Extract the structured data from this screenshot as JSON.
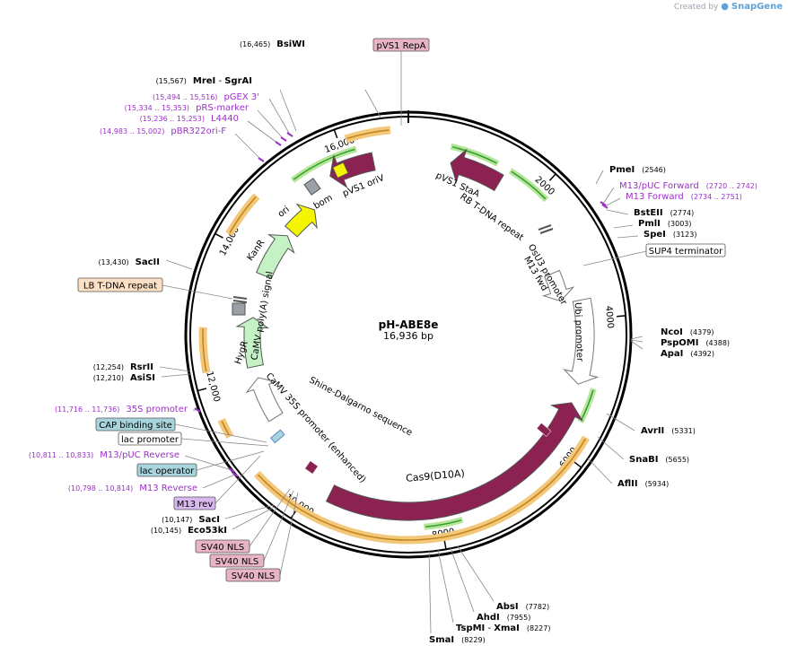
{
  "credit": {
    "prefix": "Created by",
    "brand": "SnapGene"
  },
  "plasmid": {
    "name": "pH-ABE8e",
    "length_label": "16,936 bp",
    "length_bp": 16936
  },
  "ticks": [
    {
      "bp": 2000,
      "label": "2000"
    },
    {
      "bp": 4000,
      "label": "4000"
    },
    {
      "bp": 6000,
      "label": "6000"
    },
    {
      "bp": 8000,
      "label": "8000"
    },
    {
      "bp": 10000,
      "label": "10,000"
    },
    {
      "bp": 12000,
      "label": "12,000"
    },
    {
      "bp": 14000,
      "label": "14,000"
    },
    {
      "bp": 16000,
      "label": "16,000"
    }
  ],
  "features": [
    {
      "name": "Cas9(D10A)",
      "start": 5300,
      "end": 9700,
      "strand": -1,
      "color": "#8b2252",
      "ring": "inner"
    },
    {
      "name": "pVS1 oriV",
      "start": 15700,
      "end": 16400,
      "strand": -1,
      "color": "#8b2252",
      "ring": "inner"
    },
    {
      "name": "pVS1 StaA",
      "start": 650,
      "end": 1450,
      "strand": -1,
      "color": "#8b2252",
      "ring": "inner"
    },
    {
      "name": "ori",
      "start": 14650,
      "end": 15200,
      "strand": 1,
      "color": "#f5f500",
      "ring": "inner2"
    },
    {
      "name": "KanR",
      "start": 13750,
      "end": 14550,
      "strand": 1,
      "color": "#c5f2c5",
      "ring": "inner2"
    },
    {
      "name": "HygR",
      "start": 12150,
      "end": 13000,
      "strand": 1,
      "color": "#c5f2c5",
      "ring": "inner2"
    },
    {
      "name": "Ubi promoter",
      "start": 3700,
      "end": 5000,
      "strand": 1,
      "color": "#ffffff",
      "ring": "inner"
    },
    {
      "name": "OsU3 promoter",
      "start": 3150,
      "end": 3650,
      "strand": 1,
      "color": "#ffffff",
      "ring": "inner2"
    },
    {
      "name": "CaMV 35S promoter (enhanced)",
      "start": 11200,
      "end": 11950,
      "strand": 1,
      "color": "#ffffff",
      "ring": "inner2"
    }
  ],
  "inner_labels": {
    "pvs1_oriv": "pVS1 oriV",
    "bom": "bom",
    "pvs1_staa": "pVS1 StaA",
    "rb_tdna": "RB T-DNA repeat",
    "osu3": "OsU3 promoter",
    "m13fwd": "M13 fwd",
    "ubi": "Ubi promoter",
    "cas9": "Cas9(D10A)",
    "shine": "Shine-Dalgarno sequence",
    "camv35s": "CaMV 35S promoter (enhanced)",
    "hygr": "HygR",
    "camvpolya": "CaMV poly(A) signal",
    "kanr": "KanR",
    "ori": "ori"
  },
  "callouts": [
    {
      "id": "bsiwi",
      "pos": "(16,465)",
      "name": "BsiWI",
      "kind": "site"
    },
    {
      "id": "mrei",
      "pos": "(15,567)",
      "name": "MreI",
      "name2": "SgrAI",
      "kind": "site"
    },
    {
      "id": "pgex3",
      "pos": "(15,494 .. 15,516)",
      "name": "pGEX 3'",
      "kind": "primer"
    },
    {
      "id": "prs",
      "pos": "(15,334 .. 15,353)",
      "name": "pRS-marker",
      "kind": "primer"
    },
    {
      "id": "l4440",
      "pos": "(15,236 .. 15,253)",
      "name": "L4440",
      "kind": "primer"
    },
    {
      "id": "pbr322",
      "pos": "(14,983 .. 15,002)",
      "name": "pBR322ori-F",
      "kind": "primer"
    },
    {
      "id": "pvs1repa",
      "name": "pVS1 RepA",
      "kind": "box",
      "fill": "#e8b4c4"
    },
    {
      "id": "pmei",
      "pos": "(2546)",
      "name": "PmeI",
      "kind": "site-right"
    },
    {
      "id": "m13puc_fwd",
      "pos": "(2720 .. 2742)",
      "name": "M13/pUC Forward",
      "kind": "primer-right"
    },
    {
      "id": "m13_fwd",
      "pos": "(2734 .. 2751)",
      "name": "M13 Forward",
      "kind": "primer-right"
    },
    {
      "id": "bsteii",
      "pos": "(2774)",
      "name": "BstEII",
      "kind": "site-right"
    },
    {
      "id": "pmli",
      "pos": "(3003)",
      "name": "PmlI",
      "kind": "site-right"
    },
    {
      "id": "spei",
      "pos": "(3123)",
      "name": "SpeI",
      "kind": "site-right"
    },
    {
      "id": "sup4",
      "name": "SUP4 terminator",
      "kind": "box",
      "fill": "#ffffff"
    },
    {
      "id": "ncoi",
      "pos": "(4379)",
      "name": "NcoI",
      "kind": "site-right"
    },
    {
      "id": "pspomi",
      "pos": "(4388)",
      "name": "PspOMI",
      "kind": "site-right"
    },
    {
      "id": "apai",
      "pos": "(4392)",
      "name": "ApaI",
      "kind": "site-right"
    },
    {
      "id": "avrii",
      "pos": "(5331)",
      "name": "AvrII",
      "kind": "site-right"
    },
    {
      "id": "snabi",
      "pos": "(5655)",
      "name": "SnaBI",
      "kind": "site-right"
    },
    {
      "id": "aflii",
      "pos": "(5934)",
      "name": "AflII",
      "kind": "site-right"
    },
    {
      "id": "absi",
      "pos": "(7782)",
      "name": "AbsI",
      "kind": "site-right"
    },
    {
      "id": "ahdi",
      "pos": "(7955)",
      "name": "AhdI",
      "kind": "site-right"
    },
    {
      "id": "tspmi",
      "pos": "(8227)",
      "name": "TspMI",
      "name2": "XmaI",
      "kind": "site-right"
    },
    {
      "id": "smai",
      "pos": "(8229)",
      "name": "SmaI",
      "kind": "site-right"
    },
    {
      "id": "sacii",
      "pos": "(13,430)",
      "name": "SacII",
      "kind": "site"
    },
    {
      "id": "lbtdna",
      "name": "LB T-DNA repeat",
      "kind": "box",
      "fill": "#fbe0c4"
    },
    {
      "id": "rsrii",
      "pos": "(12,254)",
      "name": "RsrII",
      "kind": "site"
    },
    {
      "id": "asisi",
      "pos": "(12,210)",
      "name": "AsiSI",
      "kind": "site"
    },
    {
      "id": "p35s",
      "pos": "(11,716 .. 11,736)",
      "name": "35S promoter",
      "kind": "primer"
    },
    {
      "id": "cap",
      "name": "CAP binding site",
      "kind": "box",
      "fill": "#a8d4dc"
    },
    {
      "id": "lacprom",
      "name": "lac promoter",
      "kind": "box",
      "fill": "#ffffff"
    },
    {
      "id": "m13puc_rev",
      "pos": "(10,811 .. 10,833)",
      "name": "M13/pUC Reverse",
      "kind": "primer"
    },
    {
      "id": "lacop",
      "name": "lac operator",
      "kind": "box",
      "fill": "#a8d4dc"
    },
    {
      "id": "m13_rev_primer",
      "pos": "(10,798 .. 10,814)",
      "name": "M13 Reverse",
      "kind": "primer"
    },
    {
      "id": "m13rev",
      "name": "M13 rev",
      "kind": "box",
      "fill": "#d9b8f0"
    },
    {
      "id": "saci",
      "pos": "(10,147)",
      "name": "SacI",
      "kind": "site"
    },
    {
      "id": "eco53ki",
      "pos": "(10,145)",
      "name": "Eco53kI",
      "kind": "site"
    },
    {
      "id": "nls1",
      "name": "SV40 NLS",
      "kind": "box",
      "fill": "#e8b4c4"
    },
    {
      "id": "nls2",
      "name": "SV40 NLS",
      "kind": "box",
      "fill": "#e8b4c4"
    },
    {
      "id": "nls3",
      "name": "SV40 NLS",
      "kind": "box",
      "fill": "#e8b4c4"
    }
  ]
}
